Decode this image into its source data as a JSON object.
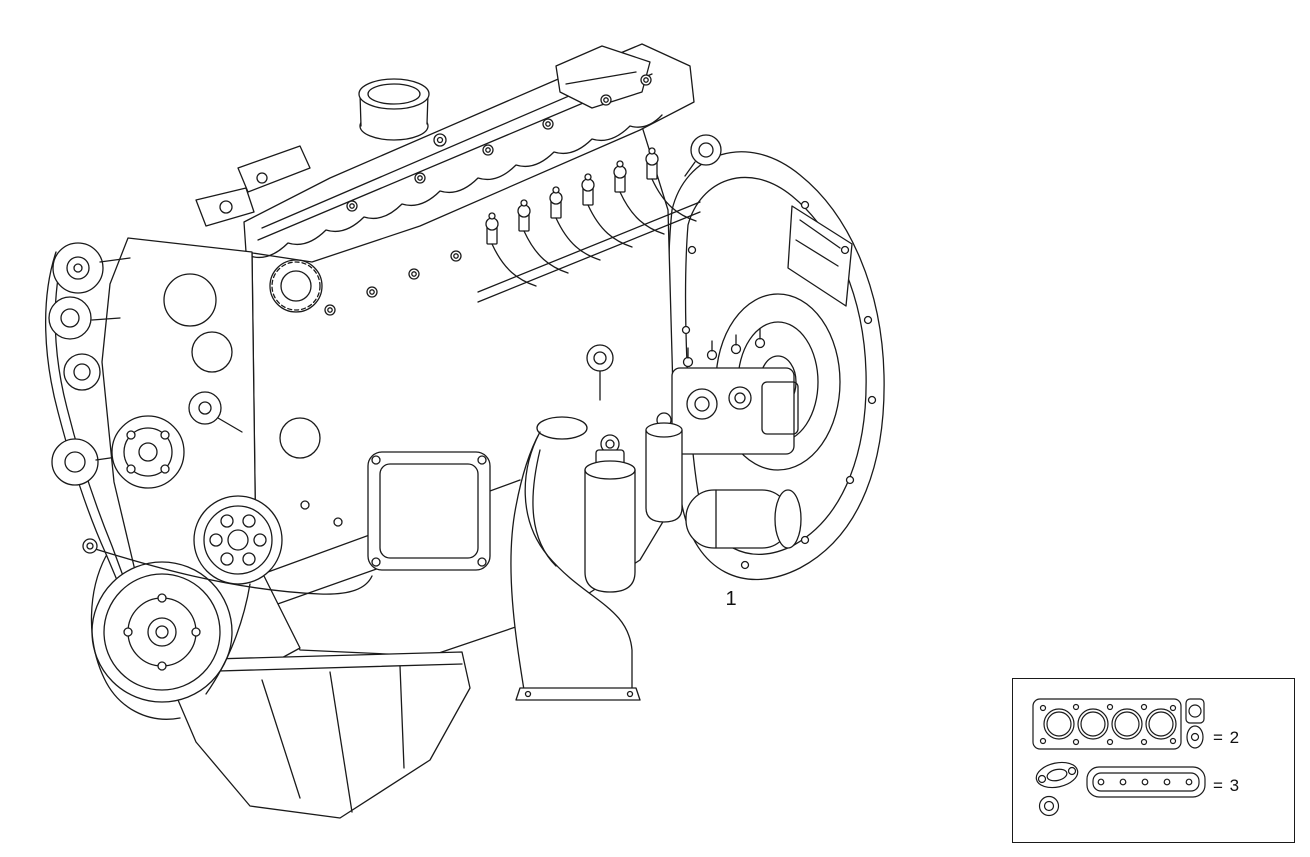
{
  "page": {
    "background": "#ffffff",
    "line_color": "#1a1a1a",
    "kind": "engine parts diagram"
  },
  "callouts": [
    {
      "label": "1"
    }
  ],
  "legend": {
    "items": [
      {
        "label": "= 2"
      },
      {
        "label": "= 3"
      }
    ]
  }
}
